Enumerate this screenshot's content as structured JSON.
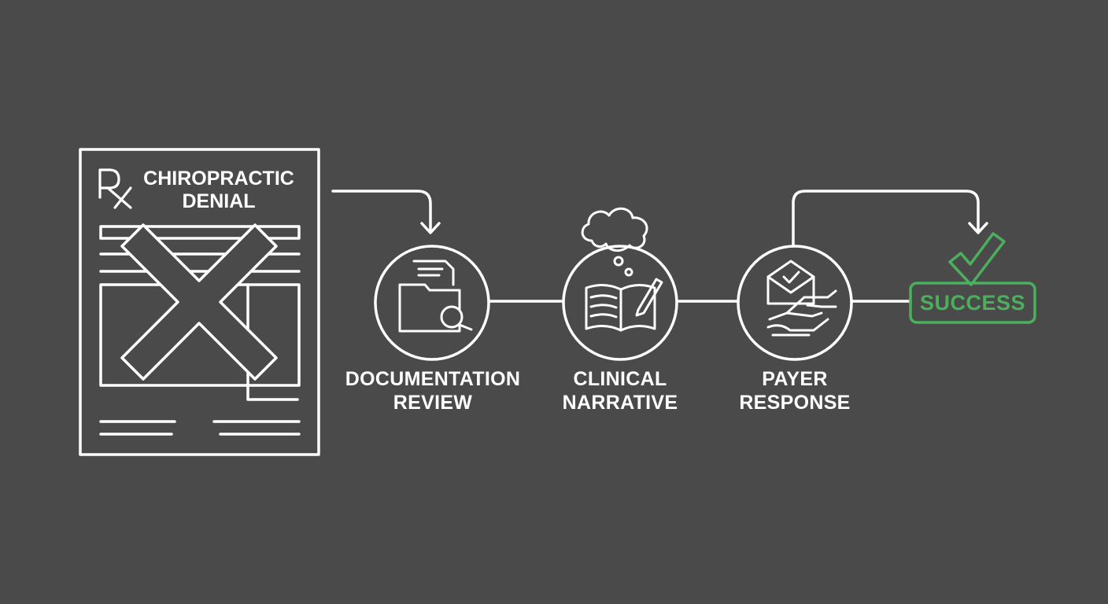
{
  "colors": {
    "background": "#4a4a4a",
    "stroke": "#ffffff",
    "success": "#4caf5e"
  },
  "denial_document": {
    "title_line1": "CHIROPRACTIC",
    "title_line2": "DENIAL",
    "symbol_icon": "rx-icon",
    "overlay_icon": "large-x-icon"
  },
  "steps": [
    {
      "line1": "DOCUMENTATION",
      "line2": "REVIEW",
      "icon": "folder-magnifier-icon"
    },
    {
      "line1": "CLINICAL",
      "line2": "NARRATIVE",
      "icon": "book-pen-thought-icon"
    },
    {
      "line1": "PAYER",
      "line2": "RESPONSE",
      "icon": "envelope-handshake-icon"
    }
  ],
  "outcome": {
    "label": "SUCCESS",
    "icon": "checkmark-icon"
  }
}
